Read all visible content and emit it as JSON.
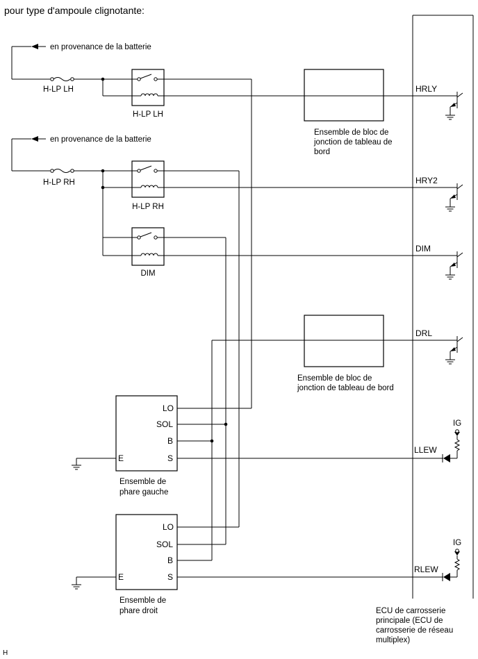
{
  "title": "pour type d'ampoule clignotante:",
  "battery_label": "en provenance de la batterie",
  "fuses": {
    "lh": "H-LP LH",
    "rh": "H-LP RH"
  },
  "relays": {
    "lh": "H-LP LH",
    "rh": "H-LP RH",
    "dim": "DIM"
  },
  "junction_blocks": {
    "upper": [
      "Ensemble de bloc de",
      "jonction de tableau de",
      "bord"
    ],
    "lower": [
      "Ensemble de bloc de",
      "jonction de tableau de bord"
    ]
  },
  "ecu_signals": {
    "hrly": "HRLY",
    "hry2": "HRY2",
    "dim": "DIM",
    "drl": "DRL",
    "llew": "LLEW",
    "rlew": "RLEW",
    "ig": "IG"
  },
  "headlights": {
    "left": {
      "pins": {
        "lo": "LO",
        "sol": "SOL",
        "b": "B",
        "s": "S",
        "e": "E"
      },
      "name": [
        "Ensemble de",
        "phare gauche"
      ]
    },
    "right": {
      "pins": {
        "lo": "LO",
        "sol": "SOL",
        "b": "B",
        "s": "S",
        "e": "E"
      },
      "name": [
        "Ensemble de",
        "phare droit"
      ]
    }
  },
  "ecu_name": [
    "ECU de carrosserie",
    "principale (ECU de",
    "carrosserie de réseau",
    "multiplex)"
  ],
  "footer_mark": "H"
}
